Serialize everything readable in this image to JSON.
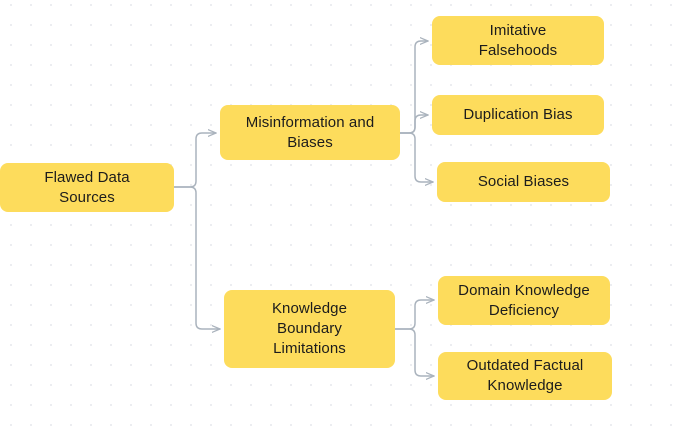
{
  "diagram": {
    "type": "tree",
    "orientation": "left-to-right",
    "title": "Flawed Data Sources",
    "colors": {
      "node_fill": "#fddc5c",
      "node_text": "#1c1c1c",
      "edge": "#aab3bd",
      "background": "#ffffff",
      "grid_dot": "#ebecf0"
    },
    "nodes": {
      "root": {
        "label": "Flawed Data\nSources"
      },
      "misinformation": {
        "label": "Misinformation and\nBiases"
      },
      "imitative_falsehoods": {
        "label": "Imitative\nFalsehoods"
      },
      "duplication_bias": {
        "label": "Duplication Bias"
      },
      "social_biases": {
        "label": "Social Biases"
      },
      "knowledge_boundary": {
        "label": "Knowledge\nBoundary\nLimitations"
      },
      "domain_knowledge": {
        "label": "Domain Knowledge\nDeficiency"
      },
      "outdated_knowledge": {
        "label": "Outdated Factual\nKnowledge"
      }
    },
    "edges": [
      {
        "from": "root",
        "to": "misinformation"
      },
      {
        "from": "root",
        "to": "knowledge_boundary"
      },
      {
        "from": "misinformation",
        "to": "imitative_falsehoods"
      },
      {
        "from": "misinformation",
        "to": "duplication_bias"
      },
      {
        "from": "misinformation",
        "to": "social_biases"
      },
      {
        "from": "knowledge_boundary",
        "to": "domain_knowledge"
      },
      {
        "from": "knowledge_boundary",
        "to": "outdated_knowledge"
      }
    ]
  }
}
